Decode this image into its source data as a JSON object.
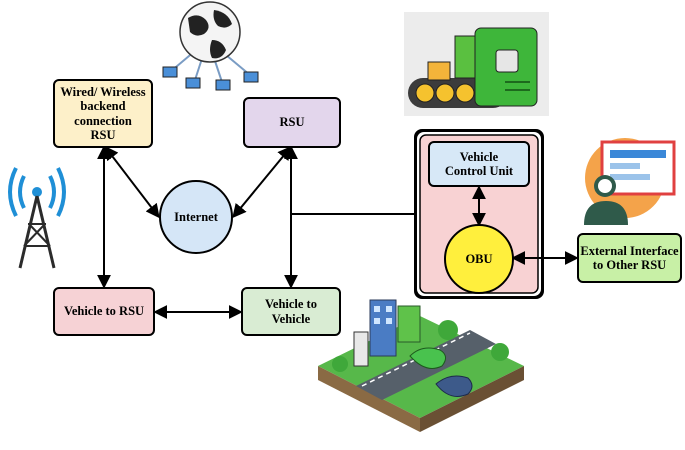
{
  "nodes": {
    "backend_rsu": "Wired/ Wireless\nbackend\nconnection\nRSU",
    "rsu": "RSU",
    "internet": "Internet",
    "vehicle_to_rsu": "Vehicle to RSU",
    "vehicle_to_vehicle": "Vehicle to\nVehicle",
    "vehicle_control_unit": "Vehicle\nControl Unit",
    "obu": "OBU",
    "external_interface": "External Interface\nto Other RSU"
  },
  "colors": {
    "backend_rsu": "#fdf0c9",
    "rsu": "#e3d6ec",
    "internet": "#d5e6f7",
    "vehicle_to_rsu": "#f6d2d5",
    "vehicle_to_vehicle": "#d9ecd3",
    "vehicle_control_unit": "#d7e8f7",
    "obu": "#ffef3d",
    "obu_container": "#f8d2d3",
    "external_interface": "#c8f0a6"
  },
  "icons": [
    "globe-network-icon",
    "cell-tower-icon",
    "robot-machine-icon",
    "computer-user-icon",
    "smart-city-icon"
  ]
}
